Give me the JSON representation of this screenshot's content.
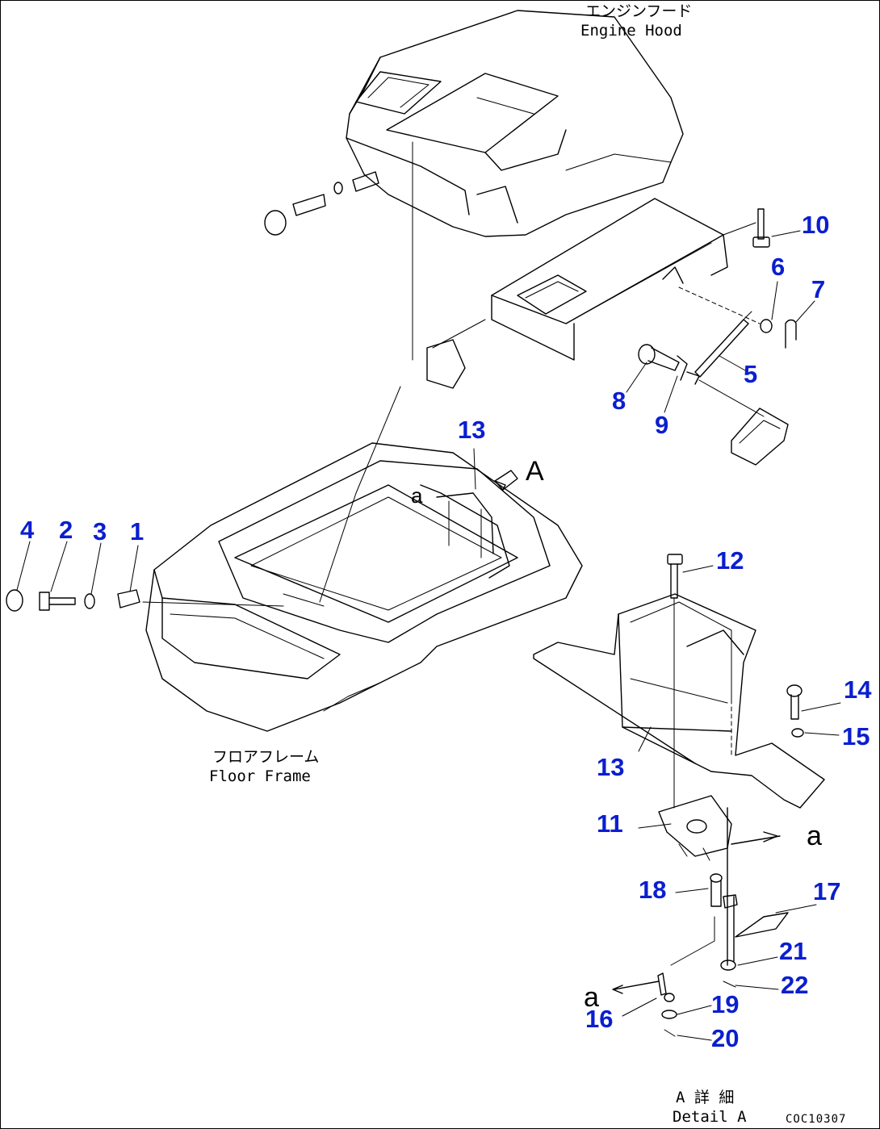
{
  "captions": {
    "engine_hood_jp": "エンジンフード",
    "engine_hood_en": "Engine Hood",
    "floor_frame_jp": "フロアフレーム",
    "floor_frame_en": "Floor Frame",
    "detail_jp": "A 詳 細",
    "detail_en": "Detail A"
  },
  "view_letters": {
    "view_a_upper": "A",
    "view_a_lower": "a",
    "view_a_right": "a",
    "view_a_left": "a"
  },
  "drawing_code": "COC10307",
  "callouts": {
    "p1": "1",
    "p2": "2",
    "p3": "3",
    "p4": "4",
    "p5": "5",
    "p6": "6",
    "p7": "7",
    "p8": "8",
    "p9": "9",
    "p10": "10",
    "p11": "11",
    "p12": "12",
    "p13a": "13",
    "p13b": "13",
    "p14": "14",
    "p15": "15",
    "p16": "16",
    "p17": "17",
    "p18": "18",
    "p19": "19",
    "p20": "20",
    "p21": "21",
    "p22": "22"
  },
  "colors": {
    "callout": "#0a1ed0",
    "line": "#000000",
    "background": "#ffffff"
  }
}
